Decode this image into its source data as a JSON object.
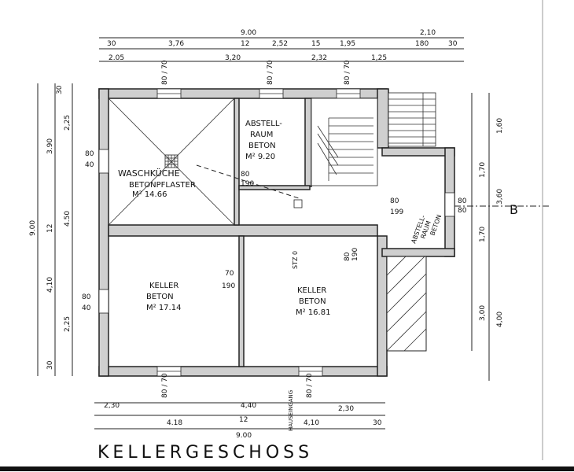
{
  "title": "KELLERGESCHOSS",
  "rooms": {
    "waschkueche": {
      "name": "WASCHKÜCHE",
      "floor": "BETONPFLASTER",
      "area": "M² 14.66"
    },
    "abstellraum": {
      "name_1": "ABSTELL-",
      "name_2": "RAUM",
      "floor": "BETON",
      "area": "M² 9.20"
    },
    "keller_left": {
      "name": "KELLER",
      "floor": "BETON",
      "area": "M² 17.14"
    },
    "keller_right": {
      "name": "KELLER",
      "floor": "BETON",
      "area": "M² 16.81"
    },
    "abstell_small": {
      "name_1": "ABSTELL-",
      "name_2": "RAUM",
      "floor": "BETON"
    }
  },
  "dims_top": {
    "total": "9.00",
    "right_total": "2,10",
    "row1": [
      "30",
      "3,76",
      "12",
      "2,52",
      "15",
      "1,95",
      "180",
      "30"
    ],
    "row2": [
      "2.05",
      "3,20",
      "2,32",
      "1,25"
    ]
  },
  "dims_bottom": {
    "row1": [
      "2,30",
      "4,40",
      "2,30"
    ],
    "row2": [
      "4.18",
      "12",
      "4,10",
      "30"
    ],
    "total": "9.00"
  },
  "dims_left": [
    "30",
    "3.90",
    "9.00",
    "4.50",
    "4,10",
    "2,25",
    "2,25",
    "30",
    "12"
  ],
  "dims_right": [
    "1,60",
    "1,70",
    "3,60",
    "1,70",
    "3,00",
    "4,00"
  ],
  "openings": {
    "top": [
      "80 / 70",
      "80 / 70",
      "80 / 70"
    ],
    "waschkueche_door": [
      "80",
      "190"
    ],
    "keller_left_door": [
      "70",
      "190"
    ],
    "keller_right_door": [
      "80",
      "190"
    ],
    "abstell_small_door": [
      "80",
      "199"
    ],
    "left_window_1": [
      "80",
      "40"
    ],
    "left_window_2": [
      "80",
      "40"
    ],
    "right_window": [
      "80",
      "80"
    ],
    "bottom": [
      "80 / 70",
      "80 / 70"
    ]
  },
  "section_label": "B",
  "marks": {
    "stair_label": "STZ 0",
    "bottom_entry": "HAUSEINGANG"
  }
}
